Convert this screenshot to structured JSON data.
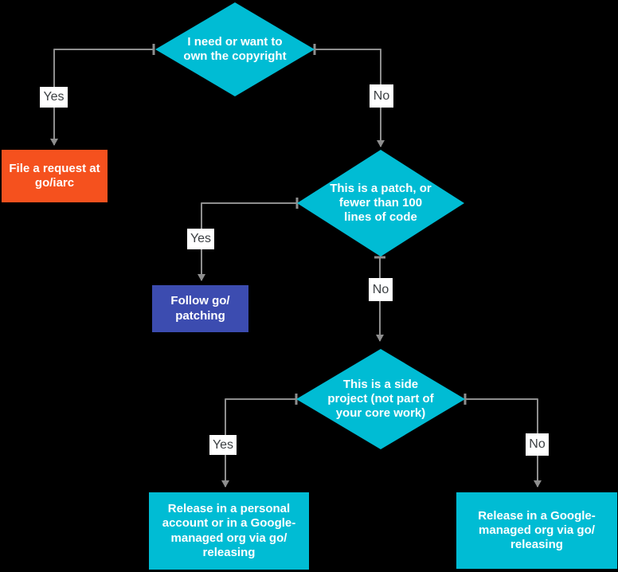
{
  "diagram": {
    "background_color": "#000000",
    "connector_color": "#8e8e8e",
    "edge_label_bg": "#ffffff",
    "edge_label_text_color": "#3c4043",
    "node_text_color": "#ffffff",
    "nodes": {
      "decision_copyright": {
        "type": "decision",
        "label": "I need or want to\nown the copyright",
        "color": "#00BCD4"
      },
      "action_iarc": {
        "type": "action",
        "label": "File a request at\ngo/iarc",
        "color": "#F5511E"
      },
      "decision_patch": {
        "type": "decision",
        "label": "This is a patch, or\nfewer than 100\nlines of code",
        "color": "#00BCD4"
      },
      "action_patching": {
        "type": "action",
        "label": "Follow go/\npatching",
        "color": "#3C4CB0"
      },
      "decision_side_project": {
        "type": "decision",
        "label": "This is a side\nproject (not part of\nyour core work)",
        "color": "#00BCD4"
      },
      "action_release_personal": {
        "type": "action",
        "label": "Release in a personal\naccount or in a Google-\nmanaged org via go/\nreleasing",
        "color": "#00BCD4"
      },
      "action_release_google": {
        "type": "action",
        "label": "Release in a Google-\nmanaged org via go/\nreleasing",
        "color": "#00BCD4"
      }
    },
    "edges": {
      "copyright_yes": "Yes",
      "copyright_no": "No",
      "patch_yes": "Yes",
      "patch_no": "No",
      "side_project_yes": "Yes",
      "side_project_no": "No"
    }
  }
}
